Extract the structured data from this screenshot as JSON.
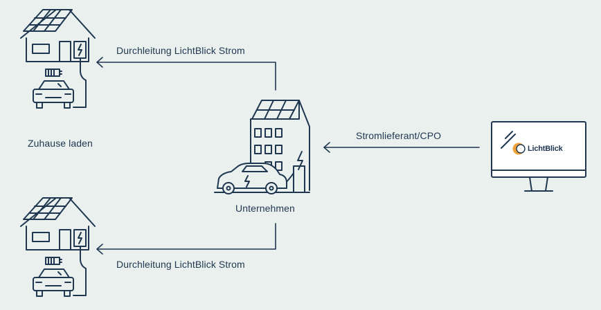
{
  "labels": {
    "top_flow": "Durchleitung LichtBlick Strom",
    "bottom_flow": "Durchleitung LichtBlick Strom",
    "supplier": "Stromlieferant/CPO",
    "company": "Unternehmen",
    "home_charging": "Zuhause laden"
  },
  "brand": {
    "name": "LichtBlick",
    "logo_color": "#f0a33a"
  },
  "colors": {
    "background": "#eaf0ed",
    "stroke": "#1e3650",
    "monitor_fill": "#ffffff"
  },
  "icons": [
    "house-solar-icon",
    "wallbox-icon",
    "battery-icon",
    "car-icon",
    "office-building-icon",
    "charging-station-icon",
    "electric-car-icon",
    "monitor-icon",
    "lichtblick-logo-icon"
  ]
}
